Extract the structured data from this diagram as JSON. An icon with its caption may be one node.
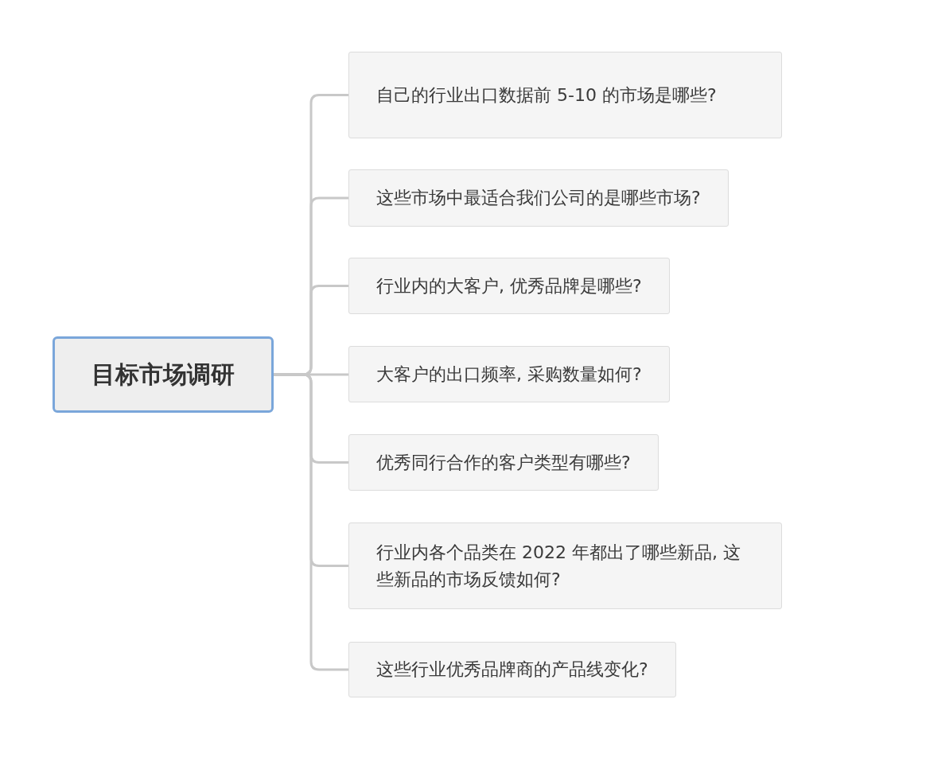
{
  "diagram": {
    "nodes": [
      {
        "text": [
          "目标市场调研"
        ]
      },
      {
        "text": [
          "自己的行业出口数据前 5-10 的市场是哪些?"
        ]
      },
      {
        "text": [
          "这些市场中最适合我们公司的是哪些市场?"
        ]
      },
      {
        "text": [
          "行业内的大客户, 优秀品牌是哪些?"
        ]
      },
      {
        "text": [
          "大客户的出口频率, 采购数量如何?"
        ]
      },
      {
        "text": [
          "优秀同行合作的客户类型有哪些?"
        ]
      },
      {
        "text": [
          "行业内各个品类在 2022 年都出了哪些新品, 这些新品的市场反馈如何?"
        ]
      },
      {
        "text": [
          "这些行业优秀品牌商的产品线变化?"
        ]
      }
    ],
    "edges": [
      {
        "from": 0,
        "to": 1,
        "arrow": "none"
      },
      {
        "from": 0,
        "to": 2,
        "arrow": "none"
      },
      {
        "from": 0,
        "to": 3,
        "arrow": "none"
      },
      {
        "from": 0,
        "to": 4,
        "arrow": "none"
      },
      {
        "from": 0,
        "to": 5,
        "arrow": "none"
      },
      {
        "from": 0,
        "to": 6,
        "arrow": "none"
      },
      {
        "from": 0,
        "to": 7,
        "arrow": "none"
      }
    ]
  }
}
